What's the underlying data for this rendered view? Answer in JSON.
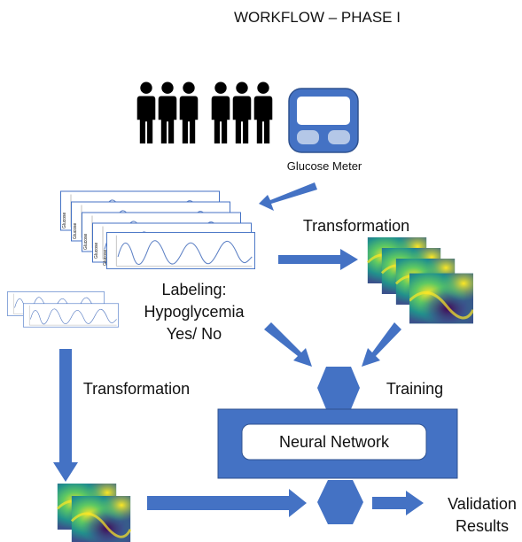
{
  "title": "WORKFLOW – PHASE I",
  "device_label": "Glucose Meter",
  "labels": {
    "transformation_top": "Transformation",
    "labeling_line1": "Labeling:",
    "labeling_line2": "Hypoglycemia",
    "labeling_line3": "Yes/ No",
    "transformation_left": "Transformation",
    "training": "Training",
    "neural_network": "Neural Network",
    "validation_line1": "Validation",
    "validation_line2": "Results"
  },
  "signal_axis_label": "Glucose",
  "people_count": 6,
  "colors": {
    "accent": "#4472C4",
    "accent_dark": "#2F528F",
    "meter_body": "#4472C4",
    "meter_screen": "#ffffff",
    "meter_button": "#B4C7E7",
    "person": "#000000"
  },
  "icons": [
    "people-icon",
    "glucose-meter-icon",
    "signal-plot-icon",
    "scalogram-icon",
    "arrow-icon",
    "hexagon-node-icon"
  ]
}
